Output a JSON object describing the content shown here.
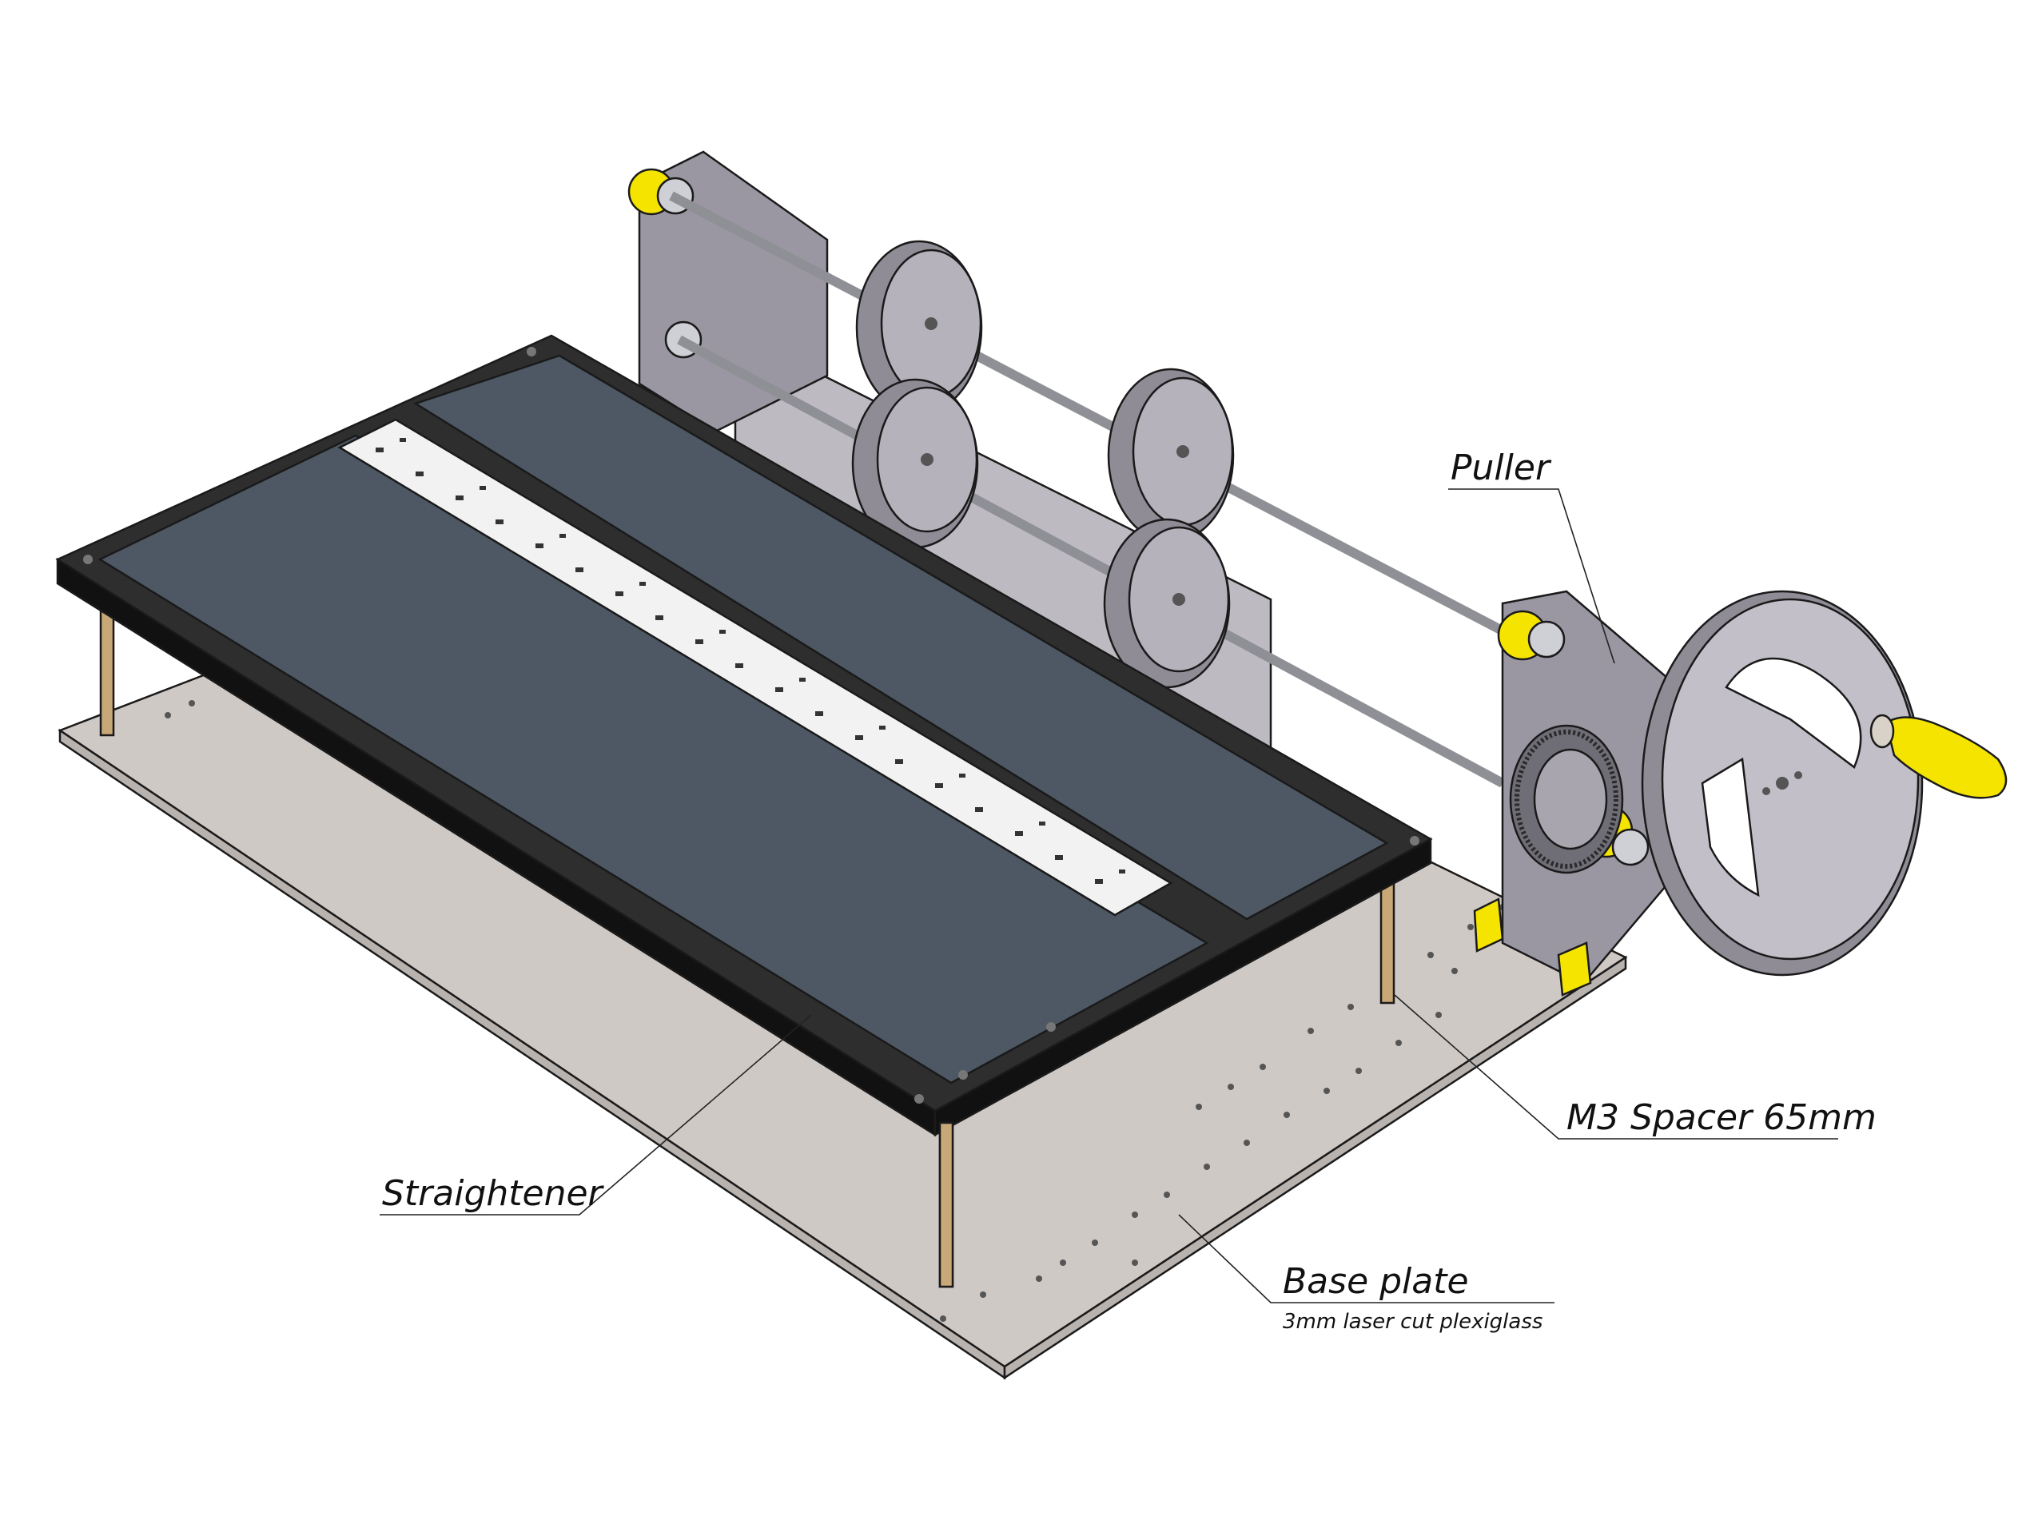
{
  "callouts": {
    "puller": {
      "label": "Puller"
    },
    "spacer": {
      "label": "M3 Spacer 65mm"
    },
    "straightener": {
      "label": "Straightener"
    },
    "base_plate": {
      "label": "Base plate",
      "note": "3mm laser cut plexiglass"
    }
  },
  "colors": {
    "base_plate": "#cfc9c6",
    "frame": "#2e2e2e",
    "glass": "#4d5864",
    "spacer": "#c9a877",
    "side_plate": "#9a97a2",
    "wheel": "#8f8c96",
    "bearing_cap": "#f5e400",
    "handle": "#f5e400",
    "pcb": "#f2f2f2"
  }
}
